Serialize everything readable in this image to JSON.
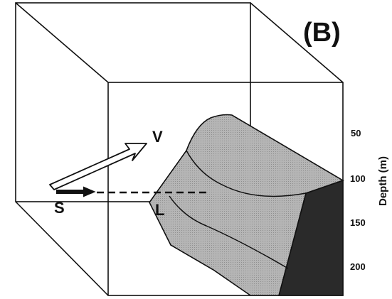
{
  "panel_label": "(B)",
  "labels": {
    "v": "V",
    "s": "S",
    "l": "L"
  },
  "depth_axis": {
    "title": "Depth (m)",
    "ticks": [
      "50",
      "100",
      "150",
      "200"
    ]
  },
  "colors": {
    "background": "#ffffff",
    "line": "#111111",
    "surface": "#b8b8b8",
    "dark_face": "#2a2a2a"
  }
}
